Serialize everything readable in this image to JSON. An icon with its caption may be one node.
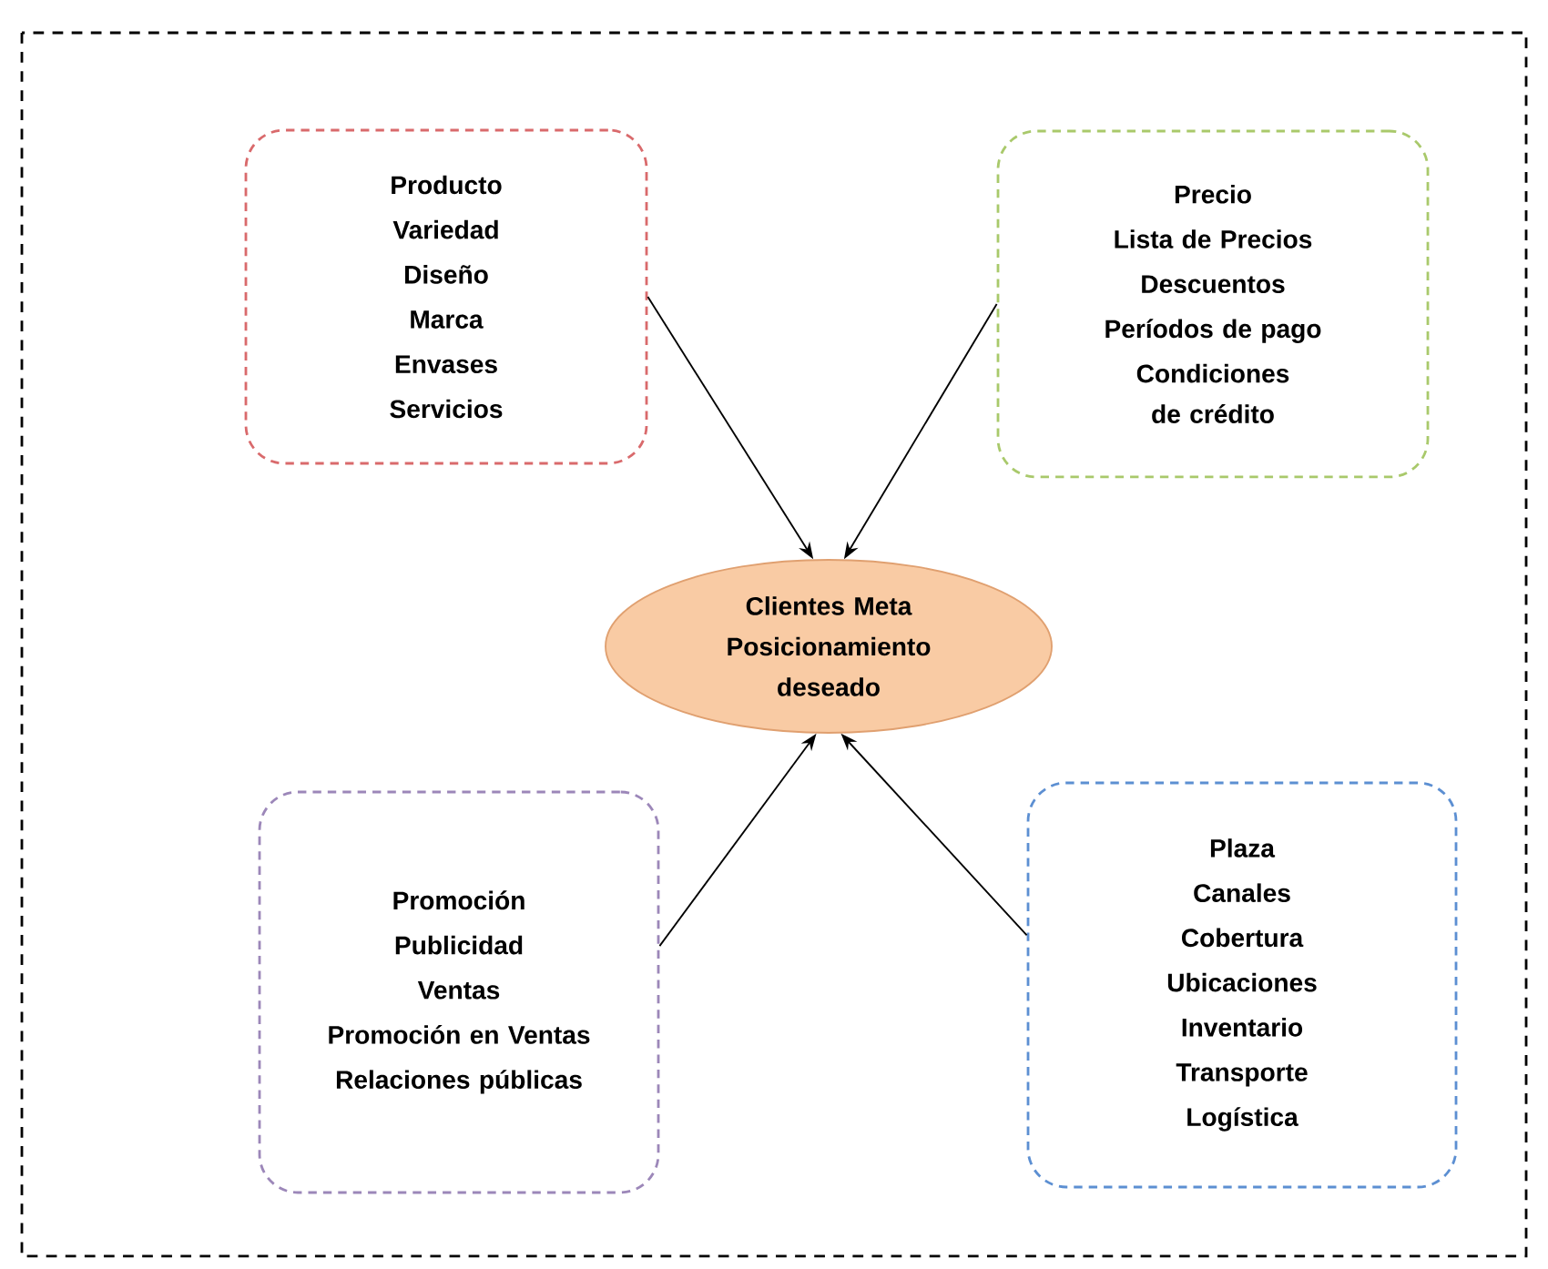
{
  "diagram": {
    "nodes": [
      {
        "text": [
          "Producto",
          "Variedad",
          "Diseño",
          "Marca",
          "Envases",
          "Servicios"
        ]
      },
      {
        "text": [
          "Precio",
          "Lista de Precios",
          "Descuentos",
          "Períodos de pago",
          "Condiciones de crédito"
        ]
      },
      {
        "text": [
          "Clientes Meta Posicionamiento deseado"
        ]
      },
      {
        "text": [
          "Promoción",
          "Publicidad",
          "Ventas",
          "Promoción en Ventas",
          "Relaciones públicas"
        ]
      },
      {
        "text": [
          "Plaza",
          "Canales",
          "Cobertura",
          "Ubicaciones",
          "Inventario",
          "Transporte",
          "Logística"
        ]
      }
    ],
    "edges": [
      {
        "from": 0,
        "to": 2,
        "arrow": "to"
      },
      {
        "from": 1,
        "to": 2,
        "arrow": "to"
      },
      {
        "from": 3,
        "to": 2,
        "arrow": "to"
      },
      {
        "from": 4,
        "to": 2,
        "arrow": "to"
      }
    ]
  }
}
